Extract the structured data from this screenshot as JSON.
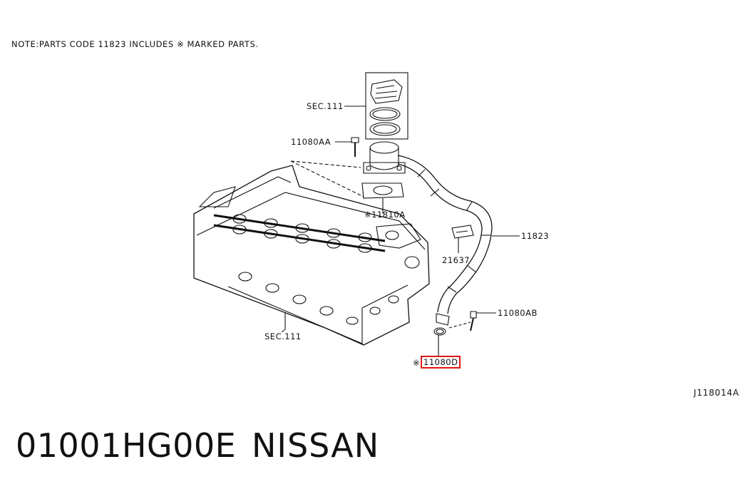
{
  "note": "NOTE:PARTS CODE 11823 INCLUDES ※ MARKED PARTS.",
  "callouts": {
    "sec111_top": "SEC.111",
    "bolt_top": "11080AA",
    "gasket": "※11810A",
    "hose": "11823",
    "clip": "21637",
    "bolt_right": "11080AB",
    "sec111_bottom": "SEC.111",
    "oring_mark": "※",
    "oring": "11080D"
  },
  "figure_code": "J118014A",
  "footer": {
    "part_number": "01001HG00E",
    "brand": "NISSAN"
  },
  "colors": {
    "highlight": "#e01818",
    "line": "#111111"
  }
}
